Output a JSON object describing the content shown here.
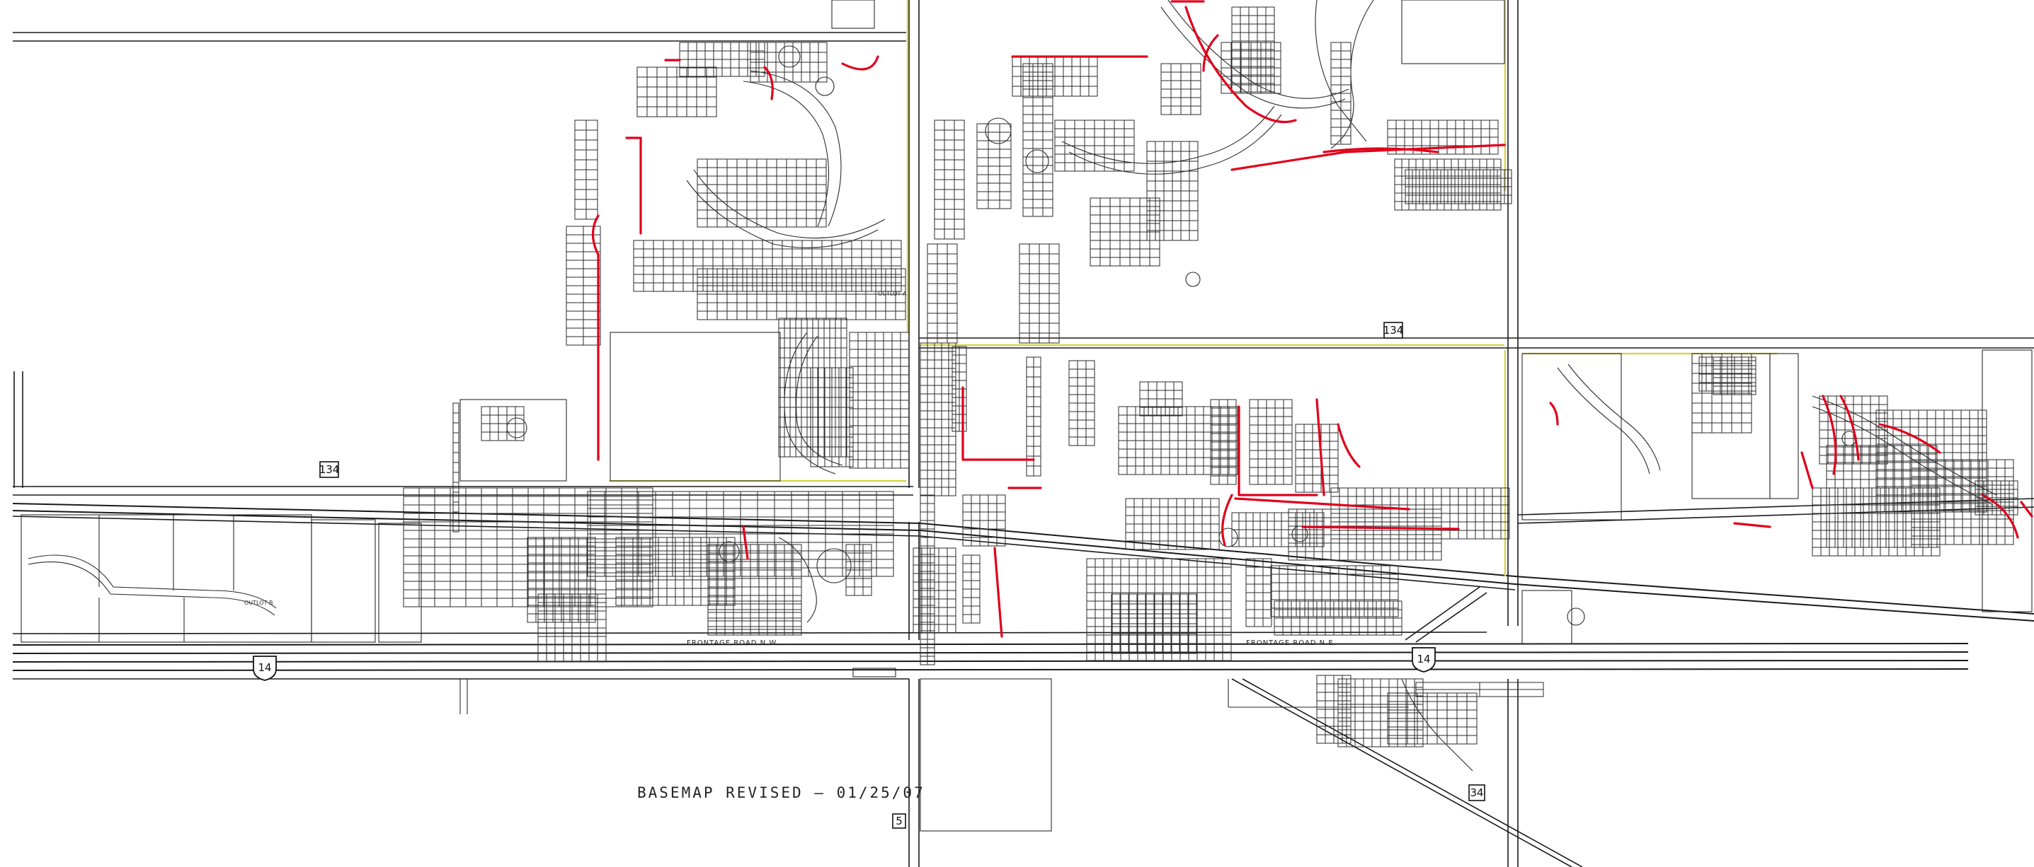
{
  "map": {
    "title": "BASEMAP REVISED – 01/25/07",
    "route_shields": [
      {
        "kind": "state",
        "label": "134",
        "id": "shield-134-west"
      },
      {
        "kind": "state",
        "label": "134",
        "id": "shield-134-center"
      },
      {
        "kind": "state",
        "label": "34",
        "id": "shield-34-south"
      },
      {
        "kind": "state",
        "label": "5",
        "id": "shield-5-south"
      },
      {
        "kind": "us",
        "label": "14",
        "id": "shield-us14-west"
      },
      {
        "kind": "us",
        "label": "14",
        "id": "shield-us14-east"
      }
    ],
    "road_labels": {
      "frontage_nw": "FRONTAGE ROAD N.W.",
      "frontage_ne": "FRONTAGE ROAD N.E.",
      "outlot_a": "OUTLOT A",
      "outlot_b": "OUTLOT B"
    },
    "colors": {
      "lines": "#1a1a1a",
      "water_main": "#e0001b",
      "city_limits": "#d8d23a",
      "background": "#ffffff"
    }
  }
}
